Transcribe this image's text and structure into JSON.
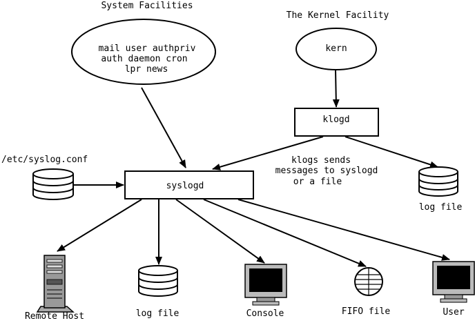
{
  "headings": {
    "system_facilities": "System Facilities",
    "kernel_facility": "The Kernel Facility"
  },
  "nodes": {
    "system_ellipse": {
      "lines": [
        "mail user authpriv",
        "auth daemon cron",
        "lpr news"
      ]
    },
    "kern": "kern",
    "klogd": "klogd",
    "syslogd": "syslogd",
    "config_label": "/etc/syslog.conf",
    "klogd_note": [
      "klogs sends",
      "messages to syslogd",
      "or a file"
    ],
    "klogd_logfile": "log file",
    "targets": {
      "remote_host": "Remote Host",
      "log_file": "log file",
      "console": "Console",
      "fifo_file": "FIFO file",
      "user": "User"
    }
  },
  "colors": {
    "line": "#000000",
    "screen": "#000000",
    "server": "#999999"
  }
}
